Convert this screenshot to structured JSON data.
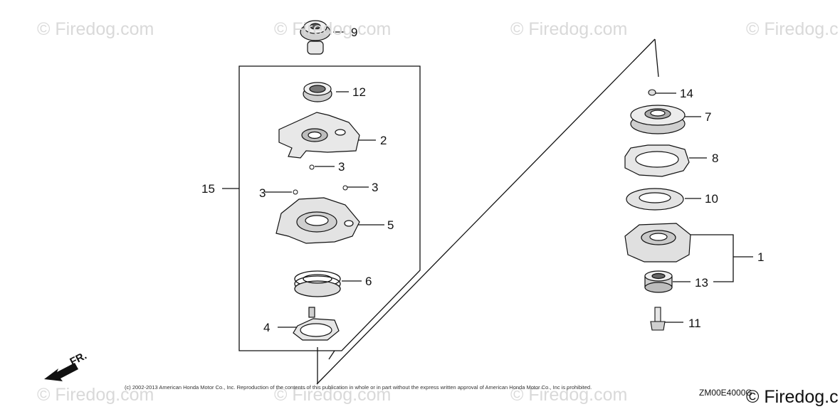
{
  "watermarks": [
    "© Firedog.com",
    "© Firedog.com",
    "© Firedog.com",
    "© Firedog.c",
    "© Firedog.com",
    "© Firedog.com",
    "© Firedog.com"
  ],
  "callouts": {
    "p1": "1",
    "p2": "2",
    "p3a": "3",
    "p3b": "3",
    "p3c": "3",
    "p4": "4",
    "p5": "5",
    "p6": "6",
    "p7": "7",
    "p8": "8",
    "p9": "9",
    "p10": "10",
    "p11": "11",
    "p12": "12",
    "p13": "13",
    "p14": "14",
    "p15": "15"
  },
  "direction_label": "FR.",
  "copyright": "(c) 2002-2013 American Honda Motor Co., Inc. Reproduction of the contents of this publication in whole or in part without the express written approval of American Honda Motor Co., Inc is prohibited.",
  "diagram_code": "ZM00E4000G",
  "brand": "© Firedog.c"
}
